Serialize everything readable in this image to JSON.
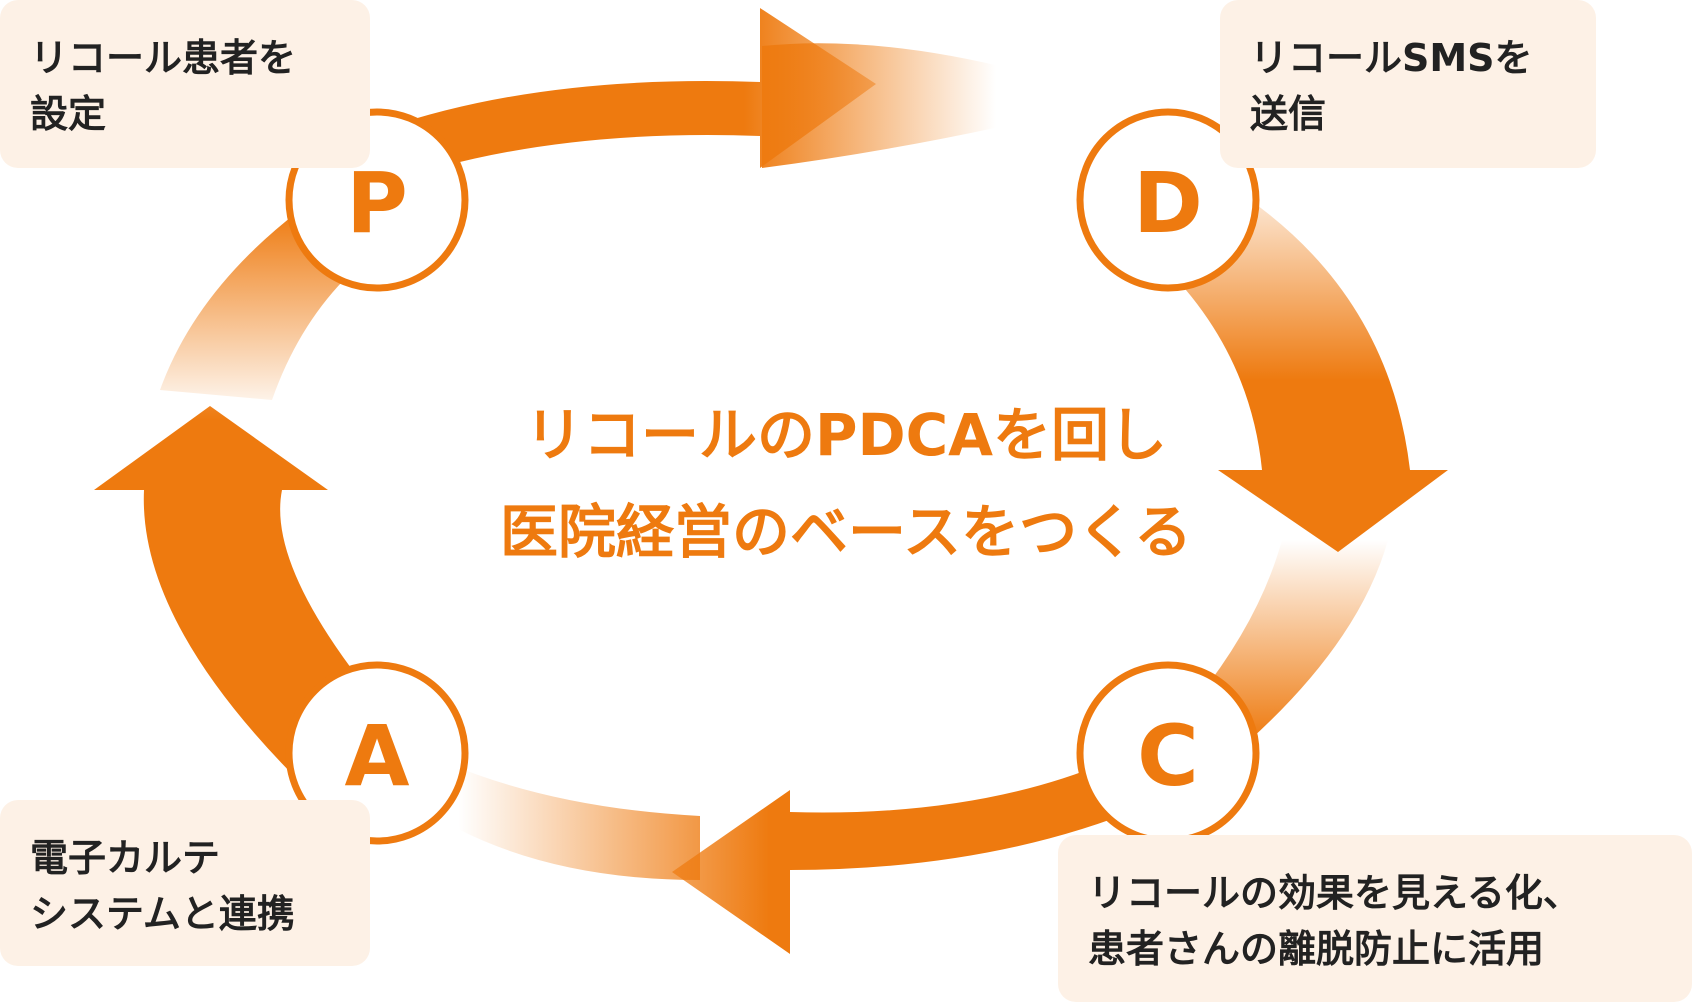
{
  "center": {
    "line1": "リコールのPDCAを回し",
    "line2": "医院経営のベースをつくる"
  },
  "stages": {
    "plan": {
      "letter": "P",
      "line1": "リコール患者を",
      "line2": "設定"
    },
    "do": {
      "letter": "D",
      "line1": "リコールSMSを",
      "line2": "送信"
    },
    "check": {
      "letter": "C",
      "line1": "リコールの効果を見える化、",
      "line2": "患者さんの離脱防止に活用"
    },
    "act": {
      "letter": "A",
      "line1": "電子カルテ",
      "line2": "システムと連携"
    }
  },
  "colors": {
    "accent": "#ee7a0f",
    "box": "#fdf1e6",
    "text": "#222222"
  }
}
